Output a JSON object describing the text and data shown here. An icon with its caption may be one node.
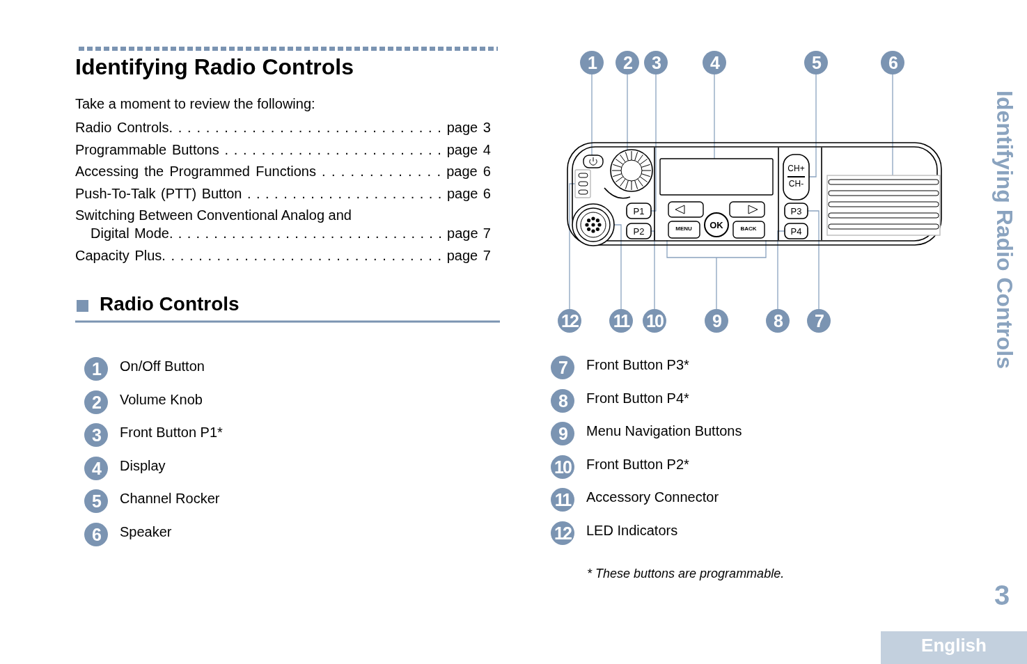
{
  "diagram": {
    "title": "Identifying Radio Controls",
    "nodes": [
      {
        "text": [
          "1"
        ]
      },
      {
        "text": [
          "2"
        ]
      },
      {
        "text": [
          "3"
        ]
      },
      {
        "text": [
          "4"
        ]
      },
      {
        "text": [
          "5"
        ]
      },
      {
        "text": [
          "6"
        ]
      },
      {
        "text": [
          "12"
        ]
      },
      {
        "text": [
          "11"
        ]
      },
      {
        "text": [
          "10"
        ]
      },
      {
        "text": [
          "9"
        ]
      },
      {
        "text": [
          "8"
        ]
      },
      {
        "text": [
          "7"
        ]
      },
      {
        "text": [],
        "shape": "box"
      },
      {
        "text": [],
        "shape": "circle"
      },
      {
        "text": [
          "P1"
        ]
      },
      {
        "text": [],
        "shape": "box"
      },
      {
        "text": [
          "CH+",
          "CH-"
        ]
      },
      {
        "text": [],
        "shape": "box"
      },
      {
        "text": [],
        "shape": "box"
      },
      {
        "text": [],
        "shape": "circle"
      },
      {
        "text": [
          "P2"
        ]
      },
      {
        "text": [
          "MENU",
          "OK",
          "BACK"
        ]
      },
      {
        "text": [
          "P4"
        ]
      },
      {
        "text": [
          "P3"
        ]
      },
      {
        "text": [
          "1"
        ],
        "beside": [
          "On/Off Button"
        ]
      },
      {
        "text": [
          "2"
        ],
        "beside": [
          "Volume Knob"
        ]
      },
      {
        "text": [
          "3"
        ],
        "beside": [
          "Front Button P1*"
        ]
      },
      {
        "text": [
          "4"
        ],
        "beside": [
          "Display"
        ]
      },
      {
        "text": [
          "5"
        ],
        "beside": [
          "Channel Rocker"
        ]
      },
      {
        "text": [
          "6"
        ],
        "beside": [
          "Speaker"
        ]
      },
      {
        "text": [
          "7"
        ],
        "beside": [
          "Front Button P3*"
        ]
      },
      {
        "text": [
          "8"
        ],
        "beside": [
          "Front Button P4*"
        ]
      },
      {
        "text": [
          "9"
        ],
        "beside": [
          "Menu Navigation Buttons"
        ]
      },
      {
        "text": [
          "10"
        ],
        "beside": [
          "Front Button P2*"
        ]
      },
      {
        "text": [
          "11"
        ],
        "beside": [
          "Accessory Connector"
        ]
      },
      {
        "text": [
          "12"
        ],
        "beside": [
          "LED Indicators"
        ]
      }
    ],
    "edges": [
      {
        "from": 0,
        "to": 12,
        "arrow": "none"
      },
      {
        "from": 1,
        "to": 13,
        "arrow": "none"
      },
      {
        "from": 2,
        "to": 14,
        "arrow": "none"
      },
      {
        "from": 3,
        "to": 15,
        "arrow": "none"
      },
      {
        "from": 4,
        "to": 16,
        "arrow": "none"
      },
      {
        "from": 5,
        "to": 17,
        "arrow": "none"
      },
      {
        "from": 6,
        "to": 18,
        "arrow": "none"
      },
      {
        "from": 7,
        "to": 19,
        "arrow": "none"
      },
      {
        "from": 8,
        "to": 20,
        "arrow": "none"
      },
      {
        "from": 9,
        "to": 21,
        "arrow": "none"
      },
      {
        "from": 10,
        "to": 22,
        "arrow": "none"
      },
      {
        "from": 11,
        "to": 23,
        "arrow": "none"
      }
    ],
    "labels": [
      "Take a moment to review the following:",
      "Radio Controls. . . . . . . . . . . . . . . . . . . . . . . . . . . . . . page 3",
      "Programmable Buttons . . . . . . . . . . . . . . . . . . . . . . . . page 4",
      "Accessing the Programmed Functions . . . . . . . . . . . . . page 6",
      "Push-To-Talk (PTT) Button . . . . . . . . . . . . . . . . . . . . . . page 6",
      "Switching Between Conventional Analog and Digital Mode. . . . . . . . . . . . . . . . . . . . . . . . . . . . . . . page 7",
      "Capacity Plus. . . . . . . . . . . . . . . . . . . . . . . . . . . . . . . page 7",
      "Radio Controls",
      "* These buttons are programmable.",
      "Identifying Radio Controls",
      "3",
      "English"
    ]
  }
}
